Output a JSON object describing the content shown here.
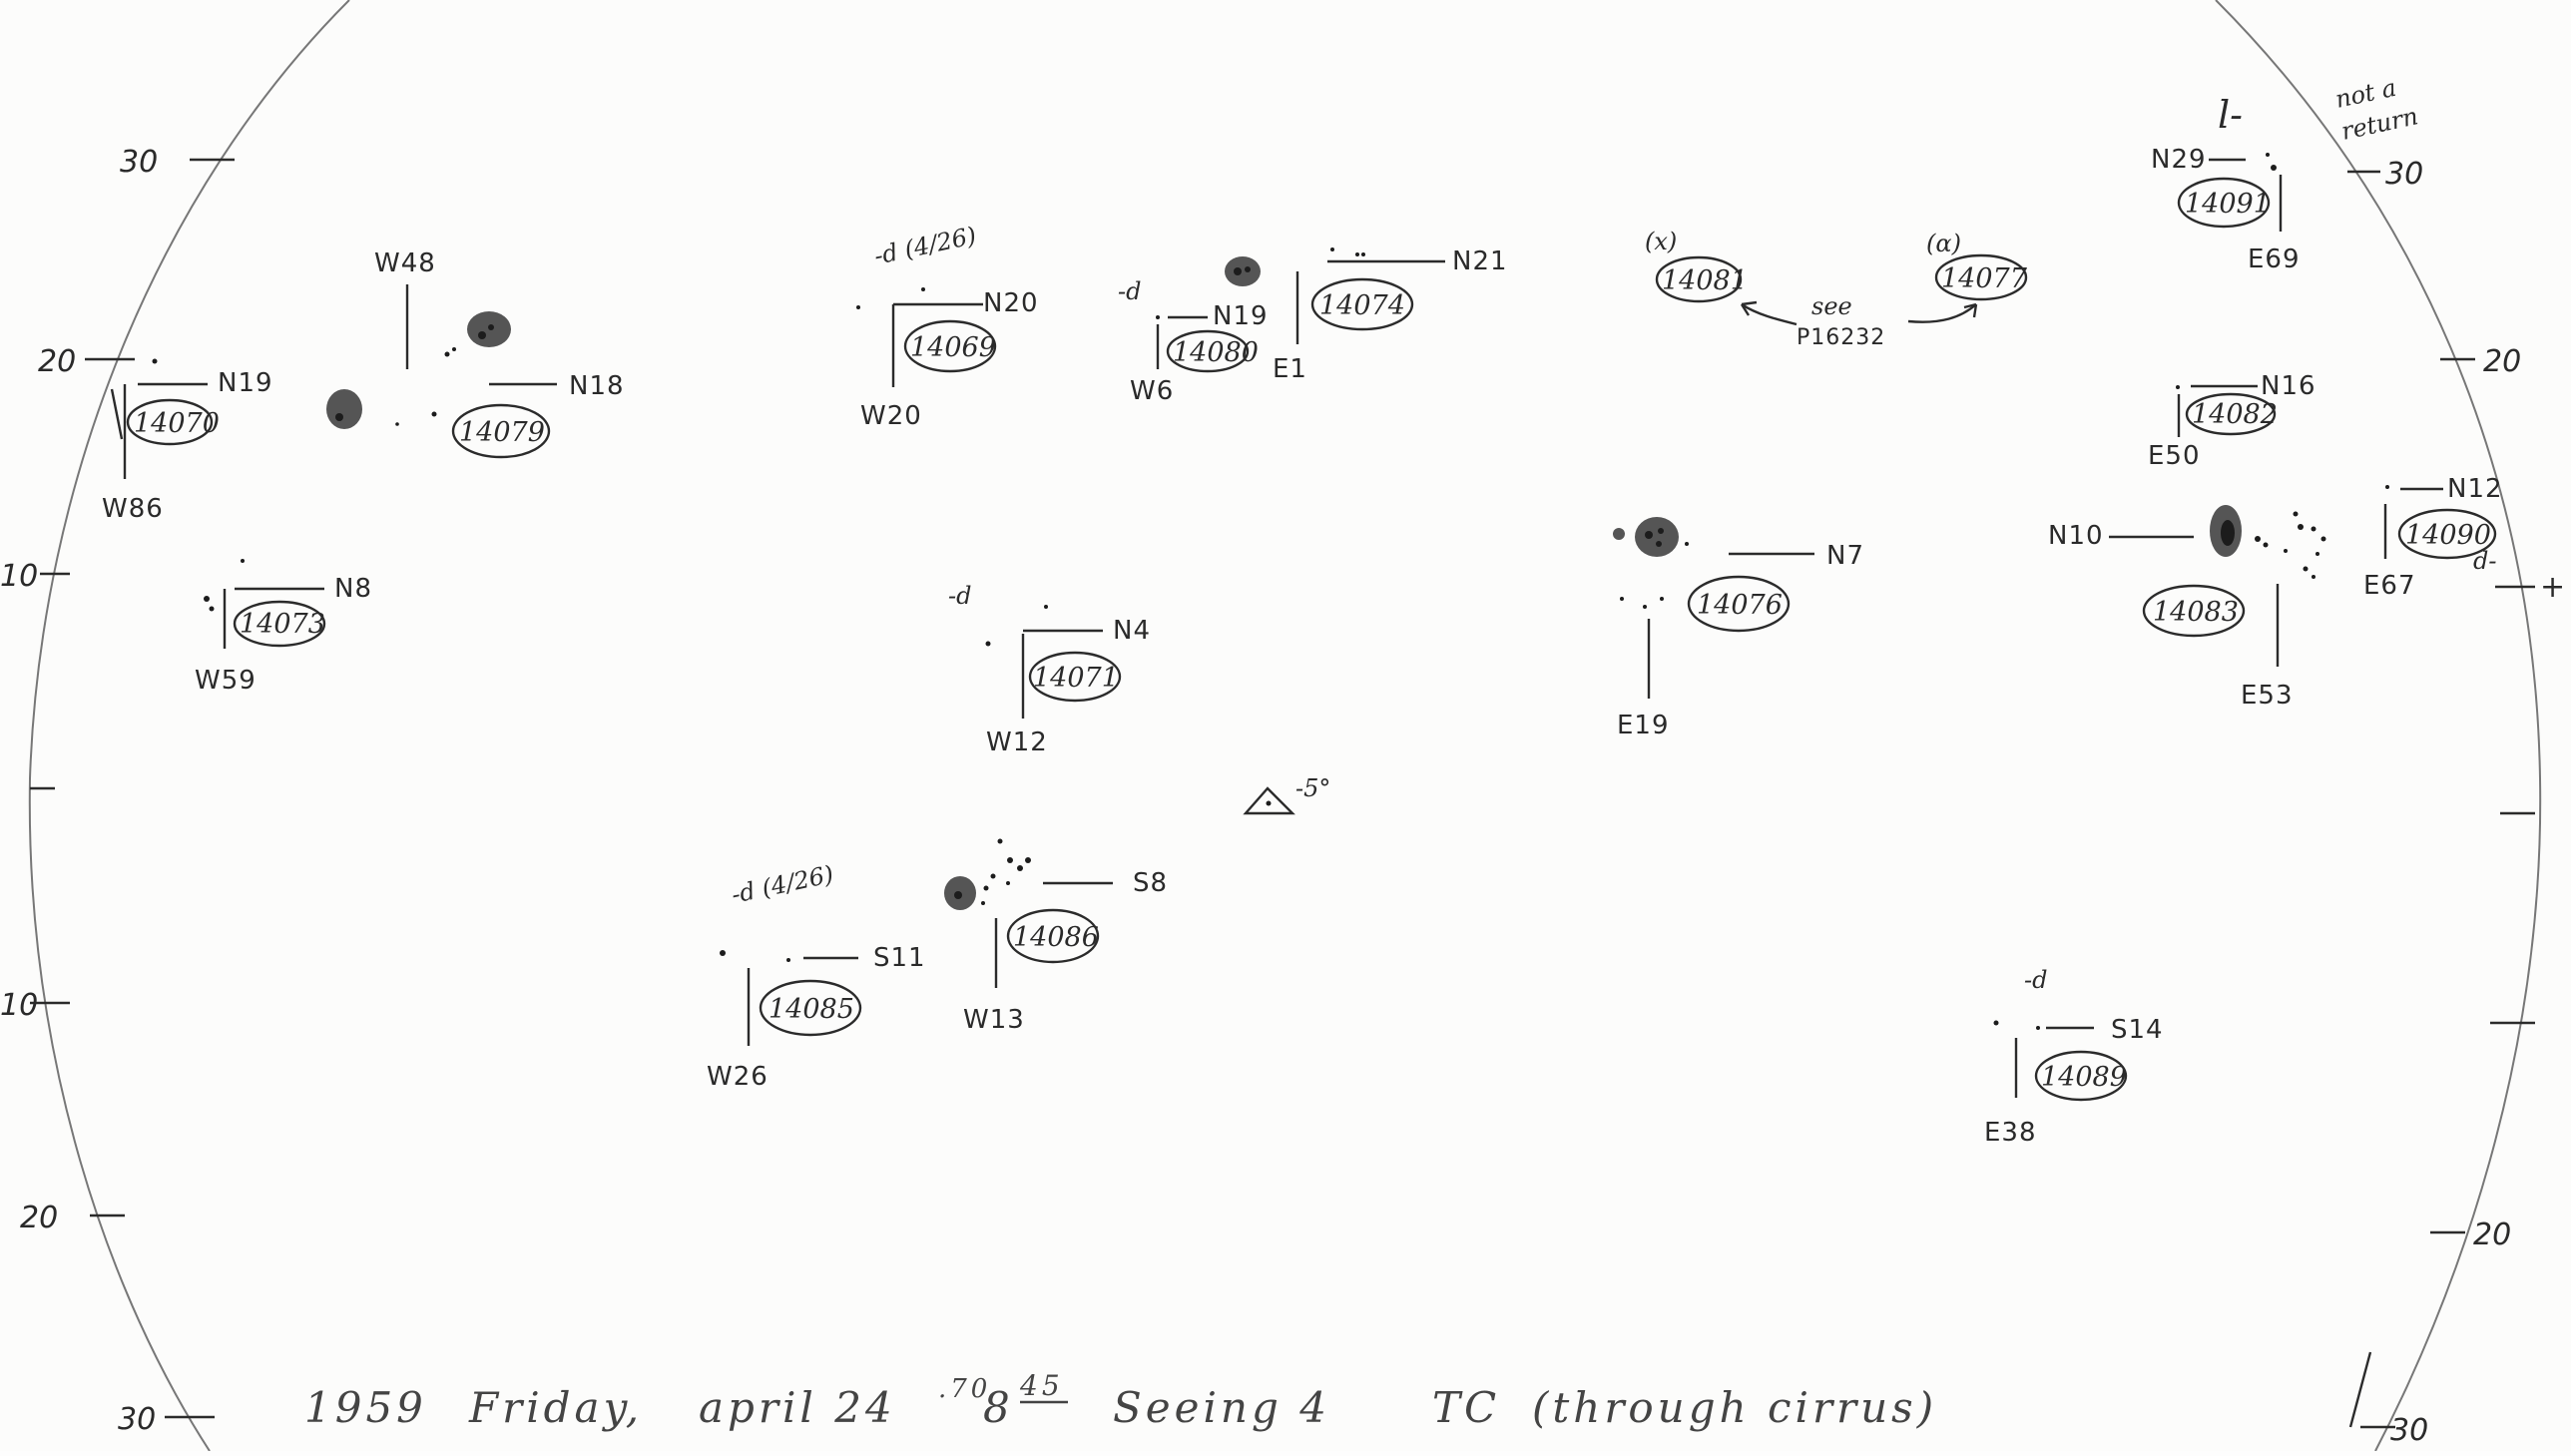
{
  "footer": {
    "year": "1959",
    "weekday": "Friday,",
    "month_day": "april 24",
    "day_fraction": ".70",
    "time_hour": "8",
    "time_minutes": "45",
    "seeing": "Seeing 4",
    "condition_code": "TC",
    "condition_note": "(through cirrus)"
  },
  "left_scale": [
    "30",
    "20",
    "10",
    "10",
    "20",
    "30"
  ],
  "right_scale": [
    "30",
    "20",
    "+",
    "20",
    "30"
  ],
  "regions": [
    {
      "number": "14070",
      "lat": "N19",
      "lon": "W86"
    },
    {
      "number": "14079",
      "lat": "N18",
      "lon": "W48"
    },
    {
      "number": "14073",
      "lat": "N8",
      "lon": "W59"
    },
    {
      "number": "14069",
      "lat": "N20",
      "lon": "W20",
      "note": "-d (4/26)"
    },
    {
      "number": "14080",
      "lat": "N19",
      "lon": "W6",
      "note": "-d"
    },
    {
      "number": "14074",
      "lat": "N21",
      "lon": "E1"
    },
    {
      "number": "14071",
      "lat": "N4",
      "lon": "W12",
      "note": "-d"
    },
    {
      "number": "14085",
      "lat": "S11",
      "lon": "W26",
      "note": "-d (4/26)"
    },
    {
      "number": "14086",
      "lat": "S8",
      "lon": "W13"
    },
    {
      "number": "14076",
      "lat": "N7",
      "lon": "E19"
    },
    {
      "number": "14083",
      "lat": "N10",
      "lon": "E53"
    },
    {
      "number": "14082",
      "lat": "N16",
      "lon": "E50"
    },
    {
      "number": "14090",
      "lat": "N12",
      "lon": "E67",
      "note": "d-"
    },
    {
      "number": "14091",
      "lat": "N29",
      "lon": "E69",
      "note": "l-"
    },
    {
      "number": "14089",
      "lat": "S14",
      "lon": "E38",
      "note": "-d"
    }
  ],
  "refs": {
    "r1": {
      "number": "14081",
      "tag": "(x)"
    },
    "r2": {
      "number": "14077",
      "tag": "(α)"
    },
    "see": "see",
    "plate": "P16232"
  },
  "not_return": [
    "not a",
    "return"
  ],
  "center_mark": "-5°"
}
